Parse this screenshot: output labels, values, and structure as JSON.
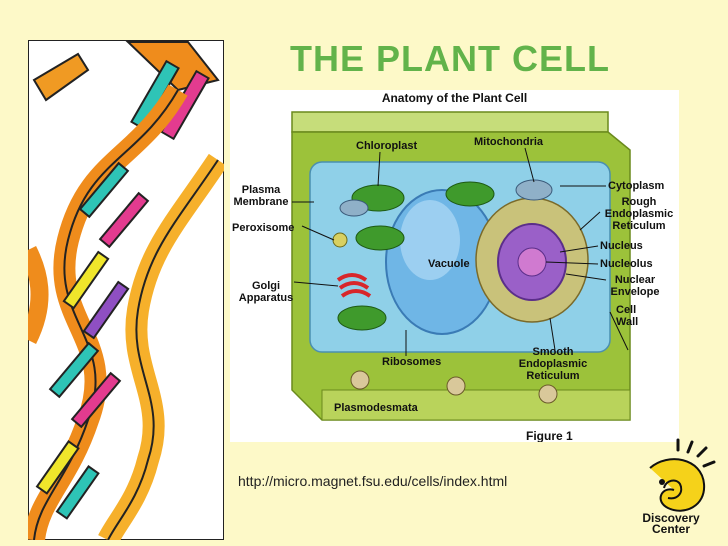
{
  "slide": {
    "title": "THE PLANT CELL",
    "source_url": "http://micro.magnet.fsu.edu/cells/index.html"
  },
  "diagram": {
    "title": "Anatomy of the Plant Cell",
    "caption": "Figure 1",
    "labels": {
      "chloroplast": "Chloroplast",
      "mitochondria": "Mitochondria",
      "plasma_membrane_1": "Plasma",
      "plasma_membrane_2": "Membrane",
      "peroxisome": "Peroxisome",
      "golgi_1": "Golgi",
      "golgi_2": "Apparatus",
      "vacuole": "Vacuole",
      "ribosomes": "Ribosomes",
      "smooth_er_1": "Smooth",
      "smooth_er_2": "Endoplasmic",
      "smooth_er_3": "Reticulum",
      "plasmodesmata": "Plasmodesmata",
      "cytoplasm": "Cytoplasm",
      "rough_er_1": "Rough",
      "rough_er_2": "Endoplasmic",
      "rough_er_3": "Reticulum",
      "nucleus": "Nucleus",
      "nucleolus": "Nucleolus",
      "nuclear_envelope_1": "Nuclear",
      "nuclear_envelope_2": "Envelope",
      "cell_wall_1": "Cell",
      "cell_wall_2": "Wall"
    }
  },
  "logo": {
    "line1": "Discovery",
    "line2": "Center"
  },
  "colors": {
    "background": "#fdf9c8",
    "title": "#62b34a",
    "cell_wall": "#9cc23a",
    "cytoplasm": "#8fd0e8",
    "vacuole": "#6fb6e6",
    "nucleus": "#9a60c8",
    "chloroplast": "#3f9a2c"
  }
}
